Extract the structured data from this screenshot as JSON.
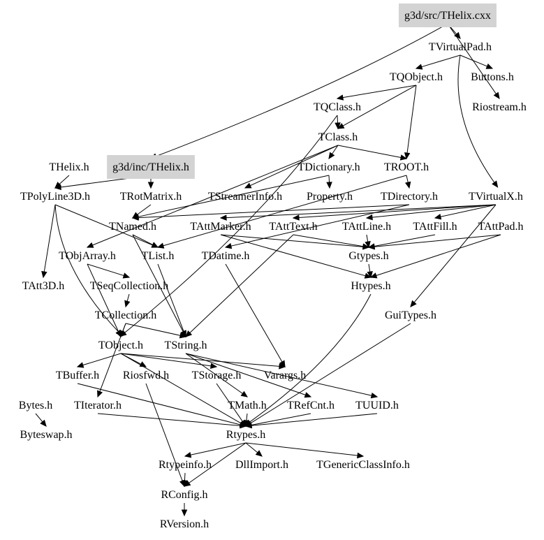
{
  "graph": {
    "title": "g3d/src/THelix.cxx include dependency graph",
    "highlight_color": "#d3d3d3",
    "nodes": {
      "src": {
        "label": "g3d/src/THelix.cxx",
        "highlighted": true
      },
      "inc": {
        "label": "g3d/inc/THelix.h",
        "highlighted": true
      },
      "TVirtualPad": {
        "label": "TVirtualPad.h"
      },
      "TQObject": {
        "label": "TQObject.h"
      },
      "Buttons": {
        "label": "Buttons.h"
      },
      "TQClass": {
        "label": "TQClass.h"
      },
      "Riostream": {
        "label": "Riostream.h"
      },
      "TClass": {
        "label": "TClass.h"
      },
      "THelix": {
        "label": "THelix.h"
      },
      "TDictionary": {
        "label": "TDictionary.h"
      },
      "TROOT": {
        "label": "TROOT.h"
      },
      "TPolyLine3D": {
        "label": "TPolyLine3D.h"
      },
      "TRotMatrix": {
        "label": "TRotMatrix.h"
      },
      "TStreamerInfo": {
        "label": "TStreamerInfo.h"
      },
      "Property": {
        "label": "Property.h"
      },
      "TDirectory": {
        "label": "TDirectory.h"
      },
      "TVirtualX": {
        "label": "TVirtualX.h"
      },
      "TNamed": {
        "label": "TNamed.h"
      },
      "TAttMarker": {
        "label": "TAttMarker.h"
      },
      "TAttText": {
        "label": "TAttText.h"
      },
      "TAttLine": {
        "label": "TAttLine.h"
      },
      "TAttFill": {
        "label": "TAttFill.h"
      },
      "TAttPad": {
        "label": "TAttPad.h"
      },
      "TObjArray": {
        "label": "TObjArray.h"
      },
      "TList": {
        "label": "TList.h"
      },
      "TDatime": {
        "label": "TDatime.h"
      },
      "Gtypes": {
        "label": "Gtypes.h"
      },
      "TAtt3D": {
        "label": "TAtt3D.h"
      },
      "TSeqCollection": {
        "label": "TSeqCollection.h"
      },
      "Htypes": {
        "label": "Htypes.h"
      },
      "TCollection": {
        "label": "TCollection.h"
      },
      "GuiTypes": {
        "label": "GuiTypes.h"
      },
      "TObject": {
        "label": "TObject.h"
      },
      "TString": {
        "label": "TString.h"
      },
      "TBuffer": {
        "label": "TBuffer.h"
      },
      "Riosfwd": {
        "label": "Riosfwd.h"
      },
      "TStorage": {
        "label": "TStorage.h"
      },
      "Varargs": {
        "label": "Varargs.h"
      },
      "Bytes": {
        "label": "Bytes.h"
      },
      "TIterator": {
        "label": "TIterator.h"
      },
      "TMath": {
        "label": "TMath.h"
      },
      "TRefCnt": {
        "label": "TRefCnt.h"
      },
      "TUUID": {
        "label": "TUUID.h"
      },
      "Byteswap": {
        "label": "Byteswap.h"
      },
      "Rtypes": {
        "label": "Rtypes.h"
      },
      "Rtypeinfo": {
        "label": "Rtypeinfo.h"
      },
      "DllImport": {
        "label": "DllImport.h"
      },
      "TGenericClassInfo": {
        "label": "TGenericClassInfo.h"
      },
      "RConfig": {
        "label": "RConfig.h"
      },
      "RVersion": {
        "label": "RVersion.h"
      }
    },
    "edges": [
      [
        "src",
        "TVirtualPad"
      ],
      [
        "src",
        "inc"
      ],
      [
        "src",
        "Riostream"
      ],
      [
        "TVirtualPad",
        "TQObject"
      ],
      [
        "TVirtualPad",
        "Buttons"
      ],
      [
        "TVirtualPad",
        "TVirtualX"
      ],
      [
        "TQObject",
        "TQClass"
      ],
      [
        "TQObject",
        "TClass"
      ],
      [
        "TQObject",
        "TROOT"
      ],
      [
        "TQClass",
        "TClass"
      ],
      [
        "TQClass",
        "TObject"
      ],
      [
        "TClass",
        "TDictionary"
      ],
      [
        "TClass",
        "TROOT"
      ],
      [
        "TClass",
        "TStreamerInfo"
      ],
      [
        "TClass",
        "TObjArray"
      ],
      [
        "TDictionary",
        "Property"
      ],
      [
        "TDictionary",
        "TNamed"
      ],
      [
        "TROOT",
        "TDirectory"
      ],
      [
        "TROOT",
        "TList"
      ],
      [
        "TDirectory",
        "TNamed"
      ],
      [
        "TDirectory",
        "TDatime"
      ],
      [
        "THelix",
        "TPolyLine3D"
      ],
      [
        "inc",
        "TPolyLine3D"
      ],
      [
        "inc",
        "TRotMatrix"
      ],
      [
        "TPolyLine3D",
        "TAtt3D"
      ],
      [
        "TPolyLine3D",
        "TObject"
      ],
      [
        "TPolyLine3D",
        "TList"
      ],
      [
        "TRotMatrix",
        "TNamed"
      ],
      [
        "TVirtualX",
        "TAttFill"
      ],
      [
        "TVirtualX",
        "TAttLine"
      ],
      [
        "TVirtualX",
        "TAttText"
      ],
      [
        "TVirtualX",
        "TAttMarker"
      ],
      [
        "TVirtualX",
        "GuiTypes"
      ],
      [
        "TNamed",
        "TList"
      ],
      [
        "TNamed",
        "TString"
      ],
      [
        "TAttMarker",
        "Gtypes"
      ],
      [
        "TAttMarker",
        "Htypes"
      ],
      [
        "TAttText",
        "Gtypes"
      ],
      [
        "TAttText",
        "TString"
      ],
      [
        "TAttLine",
        "Gtypes"
      ],
      [
        "TAttFill",
        "Gtypes"
      ],
      [
        "TAttPad",
        "Gtypes"
      ],
      [
        "TAttPad",
        "Htypes"
      ],
      [
        "TObjArray",
        "TSeqCollection"
      ],
      [
        "TObjArray",
        "TObject"
      ],
      [
        "TList",
        "TString"
      ],
      [
        "TDatime",
        "Varargs"
      ],
      [
        "Gtypes",
        "Htypes"
      ],
      [
        "TSeqCollection",
        "TCollection"
      ],
      [
        "TCollection",
        "TObject"
      ],
      [
        "TCollection",
        "TString"
      ],
      [
        "TCollection",
        "TIterator"
      ],
      [
        "TObject",
        "TBuffer"
      ],
      [
        "TObject",
        "Riosfwd"
      ],
      [
        "TObject",
        "TStorage"
      ],
      [
        "TObject",
        "Varargs"
      ],
      [
        "TObject",
        "Rtypes"
      ],
      [
        "TString",
        "TRefCnt"
      ],
      [
        "TString",
        "TMath"
      ],
      [
        "TString",
        "TUUID"
      ],
      [
        "TStorage",
        "Rtypes"
      ],
      [
        "Bytes",
        "Byteswap"
      ],
      [
        "TIterator",
        "Rtypes"
      ],
      [
        "TBuffer",
        "Rtypes"
      ],
      [
        "TMath",
        "Rtypes"
      ],
      [
        "TRefCnt",
        "Rtypes"
      ],
      [
        "TUUID",
        "Rtypes"
      ],
      [
        "Htypes",
        "Rtypes"
      ],
      [
        "GuiTypes",
        "Rtypes"
      ],
      [
        "Riosfwd",
        "RConfig"
      ],
      [
        "Rtypes",
        "Rtypeinfo"
      ],
      [
        "Rtypes",
        "DllImport"
      ],
      [
        "Rtypes",
        "TGenericClassInfo"
      ],
      [
        "Rtypes",
        "RConfig"
      ],
      [
        "Rtypeinfo",
        "RConfig"
      ],
      [
        "RConfig",
        "RVersion"
      ]
    ]
  }
}
